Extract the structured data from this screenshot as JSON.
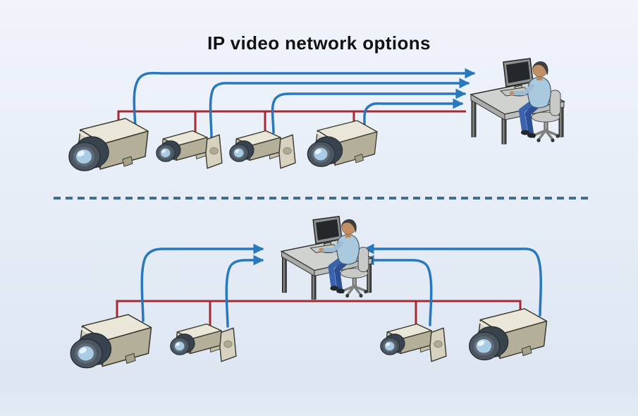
{
  "diagram": {
    "title": "IP video network options",
    "type": "network-topology-illustration",
    "divider_style": "horizontal dashed line separating the two options"
  },
  "colors": {
    "background_top": "#f0f4fb",
    "background_bottom": "#dde6f2",
    "data_line_blue": "#2878be",
    "cable_line_red": "#a62a30",
    "divider_dash": "#3f6e8e",
    "title_text": "#121212"
  },
  "networks": [
    {
      "id": "top-network",
      "workstation": {
        "position": "right",
        "operator_present": true,
        "monitor": true,
        "chair": true
      },
      "cameras": [
        {
          "id": "camera-1",
          "type": "box-camera"
        },
        {
          "id": "camera-2",
          "type": "mini-bracket-camera"
        },
        {
          "id": "camera-3",
          "type": "mini-bracket-camera"
        },
        {
          "id": "camera-4",
          "type": "box-camera"
        }
      ],
      "red_cable_bus": {
        "connects_all_cameras": true,
        "runs_to_workstation": true
      },
      "blue_data_lines": 4,
      "arrow_direction": "right-toward-workstation"
    },
    {
      "id": "bottom-network",
      "workstation": {
        "position": "center",
        "operator_present": true,
        "monitor": true,
        "chair": true
      },
      "cameras": [
        {
          "id": "camera-5",
          "type": "box-camera"
        },
        {
          "id": "camera-6",
          "type": "mini-bracket-camera"
        },
        {
          "id": "camera-7",
          "type": "mini-bracket-camera"
        },
        {
          "id": "camera-8",
          "type": "box-camera"
        }
      ],
      "red_cable_bus": {
        "connects_all_cameras": true,
        "runs_to_workstation": false
      },
      "blue_data_lines": 4,
      "arrow_direction": "inward-toward-center-workstation"
    }
  ]
}
